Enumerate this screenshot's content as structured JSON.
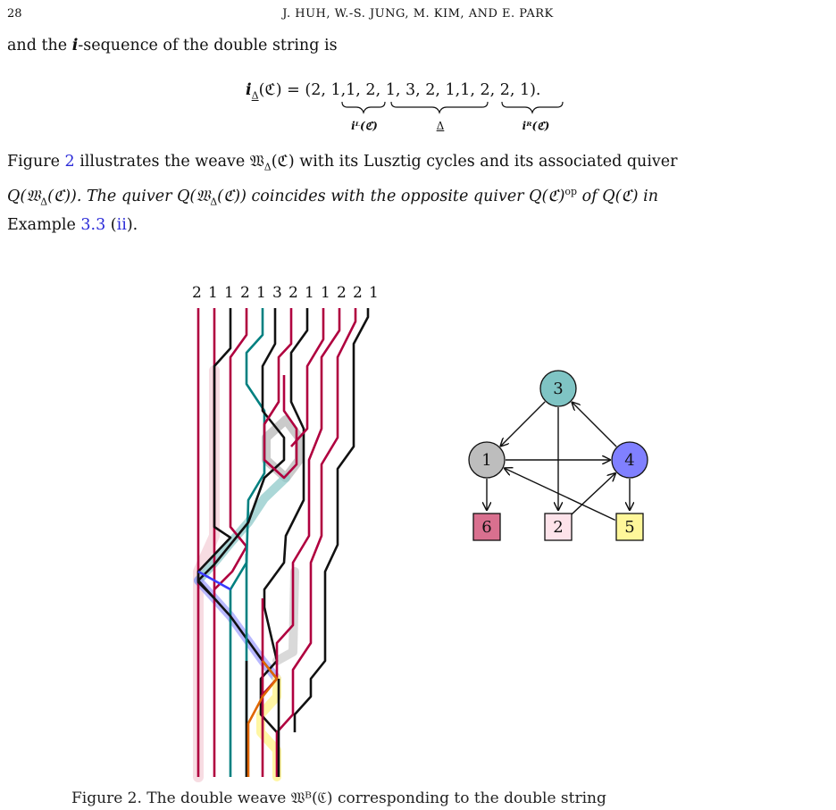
{
  "header": {
    "page_number": "28",
    "running_head": "J. HUH, W.-S. JUNG, M. KIM, AND E. PARK"
  },
  "para1": {
    "pre": "and the ",
    "bold_i": "i",
    "post": "-sequence of the double string is"
  },
  "equation": {
    "lhs_i": "i",
    "lhs_sub": "Δ",
    "lhs_arg": "(ℭ) = (",
    "group_left": "2, 1",
    "comma1": ",",
    "group_mid": "1, 2, 1, 3, 2, 1",
    "comma2": ",",
    "group_right": "1, 2, 2, 1",
    "close": ").",
    "label_left": "iᴸ(ℭ)",
    "label_mid": "Δ",
    "label_right": "iᴿ(ℭ)"
  },
  "para2": {
    "line1_a": "Figure ",
    "fig_ref": "2",
    "line1_b": " illustrates the weave 𝔚",
    "line1_c": "(ℭ) with its Lusztig cycles and its associated quiver",
    "line2_a": "Q(𝔚",
    "line2_b": "(ℭ)). The quiver Q(𝔚",
    "line2_c": "(ℭ)) coincides with the opposite quiver Q(ℭ)",
    "line2_sup": "op",
    "line2_d": " of Q(ℭ) in",
    "line3_a": "Example ",
    "ex_ref": "3.3",
    "line3_b": " (",
    "ex_sub": "ii",
    "line3_c": ")."
  },
  "weave": {
    "top_labels": [
      "2",
      "1",
      "1",
      "2",
      "1",
      "3",
      "2",
      "1",
      "1",
      "2",
      "2",
      "1"
    ]
  },
  "quiver": {
    "nodes": [
      {
        "id": "3",
        "label": "3",
        "color": "#7fc4c4",
        "shape": "circle"
      },
      {
        "id": "1",
        "label": "1",
        "color": "#bdbdbd",
        "shape": "circle"
      },
      {
        "id": "4",
        "label": "4",
        "color": "#8080ff",
        "shape": "circle"
      },
      {
        "id": "6",
        "label": "6",
        "color": "#d9708f",
        "shape": "square"
      },
      {
        "id": "2",
        "label": "2",
        "color": "#fde3ea",
        "shape": "square"
      },
      {
        "id": "5",
        "label": "5",
        "color": "#fff79a",
        "shape": "square"
      }
    ],
    "edges": [
      [
        "3",
        "1"
      ],
      [
        "4",
        "3"
      ],
      [
        "3",
        "2"
      ],
      [
        "1",
        "4"
      ],
      [
        "1",
        "6"
      ],
      [
        "4",
        "5"
      ],
      [
        "2",
        "4"
      ],
      [
        "5",
        "1"
      ]
    ]
  },
  "caption": {
    "text": "Figure 2. The double weave 𝔚ᴮ(ℭ) corresponding to the double string"
  },
  "colors": {
    "magenta": "#b0003f",
    "black": "#111111",
    "teal": "#008080",
    "pink": "#d6336c",
    "blue": "#3a3aff",
    "orange": "#e06600"
  }
}
